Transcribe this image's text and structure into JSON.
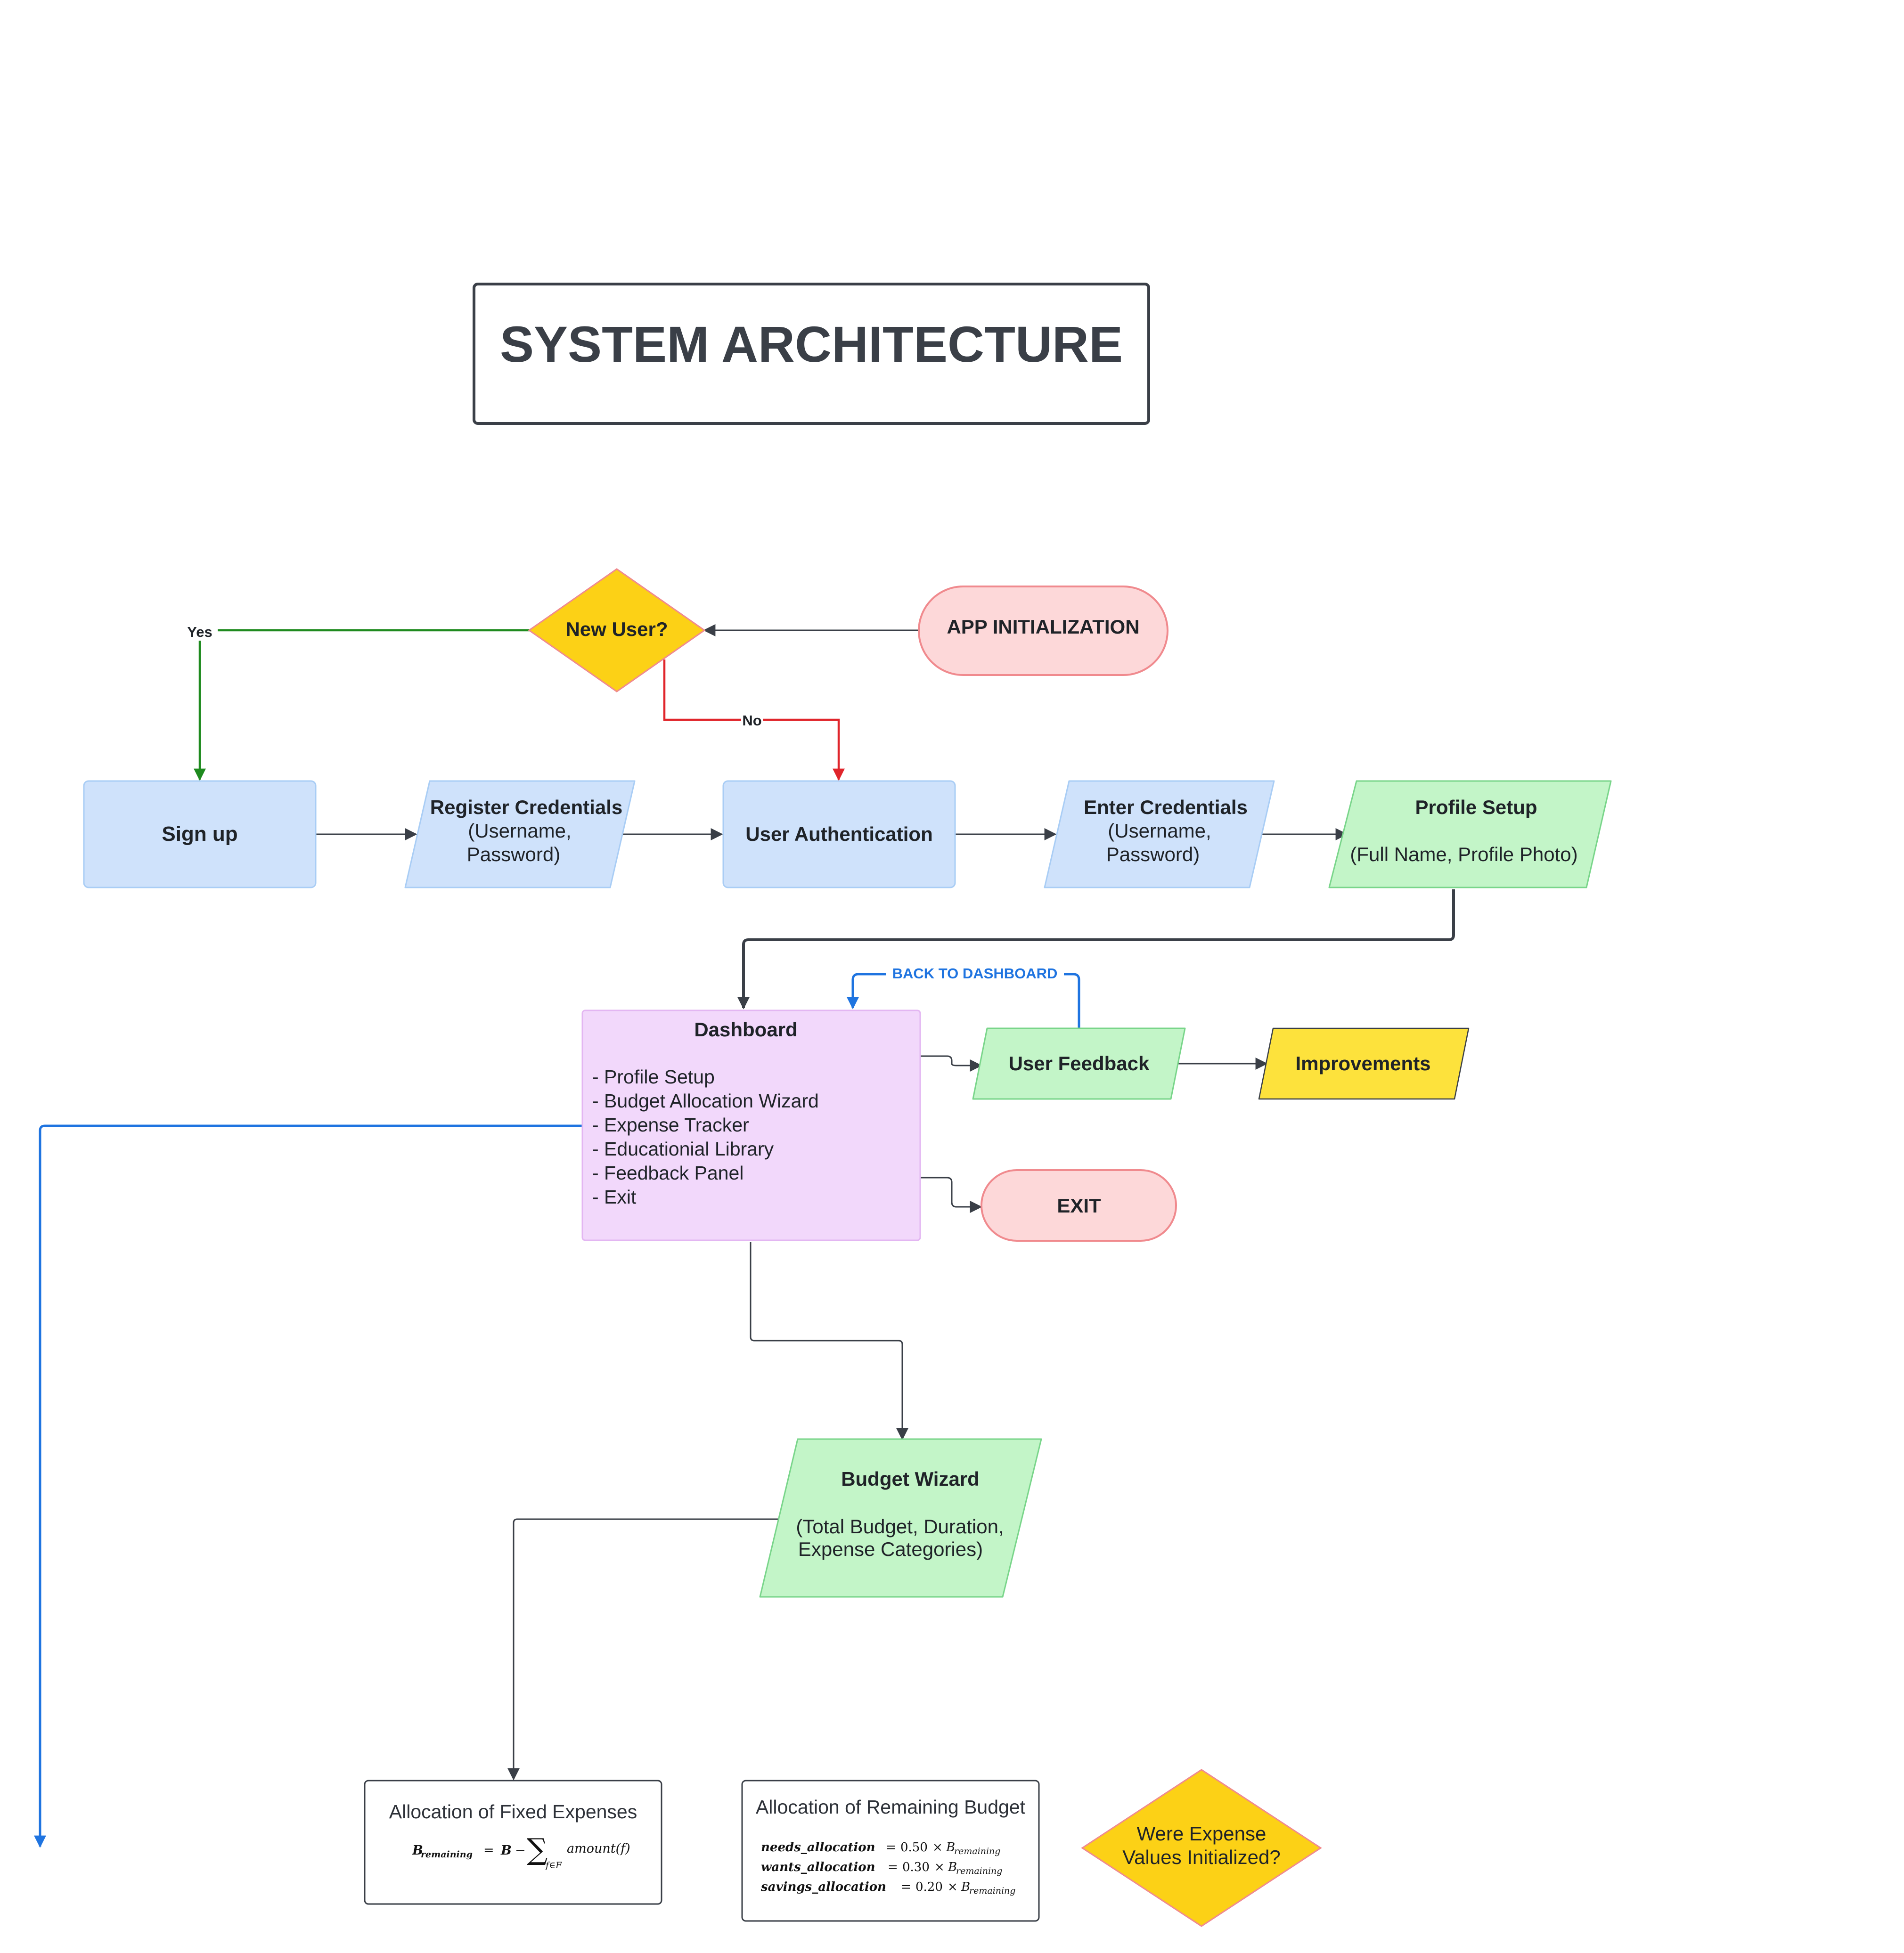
{
  "title": "SYSTEM ARCHITECTURE",
  "nodes": {
    "app_init": "APP INITIALIZATION",
    "new_user": "New User?",
    "sign_up": "Sign up",
    "register": {
      "title": "Register Credentials",
      "l1": "(Username,",
      "l2": "Password)"
    },
    "user_auth": "User Authentication",
    "enter": {
      "title": "Enter Credentials",
      "l1": "(Username,",
      "l2": "Password)"
    },
    "profile": {
      "title": "Profile Setup",
      "sub": "(Full Name, Profile Photo)"
    },
    "dashboard": {
      "title": "Dashboard",
      "items": [
        "- Profile Setup",
        "- Budget Allocation Wizard",
        "- Expense Tracker",
        "- Educationial Library",
        "- Feedback Panel",
        "- Exit"
      ]
    },
    "feedback": "User Feedback",
    "improvements": "Improvements",
    "exit": "EXIT",
    "budget_wizard": {
      "title": "Budget Wizard",
      "l1": "(Total Budget, Duration,",
      "l2": "Expense Categories)"
    },
    "fixed": {
      "title": "Allocation of Fixed Expenses"
    },
    "remaining": {
      "title": "Allocation of Remaining Budget",
      "rows": [
        {
          "name": "needs_allocation",
          "coef": "0.50"
        },
        {
          "name": "wants_allocation",
          "coef": "0.30"
        },
        {
          "name": "savings_allocation",
          "coef": "0.20"
        }
      ]
    },
    "expense_q": {
      "l1": "Were Expense",
      "l2": "Values Initialized?"
    }
  },
  "edge_labels": {
    "yes": "Yes",
    "no": "No",
    "back": "BACK TO DASHBOARD"
  },
  "colors": {
    "dark": "#3a3f47",
    "green_line": "#1e8a1e",
    "red_line": "#e0252b",
    "blue_line": "#1f74e0",
    "blue_fill": "#cfe2fb",
    "blue_stroke": "#a9cdf5",
    "green_fill": "#c3f5c8",
    "green_stroke": "#79d58a",
    "pink_fill": "#fdd8d9",
    "pink_stroke": "#f08a8e",
    "purple_fill": "#f2d8fb",
    "purple_stroke": "#e3b6f2",
    "yellow_fill": "#fcd116",
    "improve_fill": "#fde23c"
  }
}
